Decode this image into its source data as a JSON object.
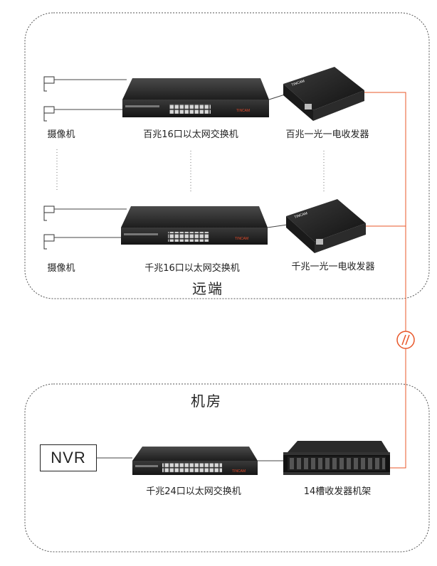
{
  "regions": {
    "remote": "远端",
    "machine_room": "机房"
  },
  "remote": {
    "row1": {
      "camera_label": "摄像机",
      "switch_label": "百兆16口以太网交换机",
      "converter_label": "百兆一光一电收发器"
    },
    "row2": {
      "camera_label": "摄像机",
      "switch_label": "千兆16口以太网交换机",
      "converter_label": "千兆一光一电收发器"
    }
  },
  "machine_room": {
    "nvr_label": "NVR",
    "switch_label": "千兆24口以太网交换机",
    "rack_label": "14槽收发器机架"
  },
  "brand": "TINCAM",
  "colors": {
    "fiber": "#e8572a",
    "region_border": "#555555",
    "device_body": "#2a2a2a"
  }
}
